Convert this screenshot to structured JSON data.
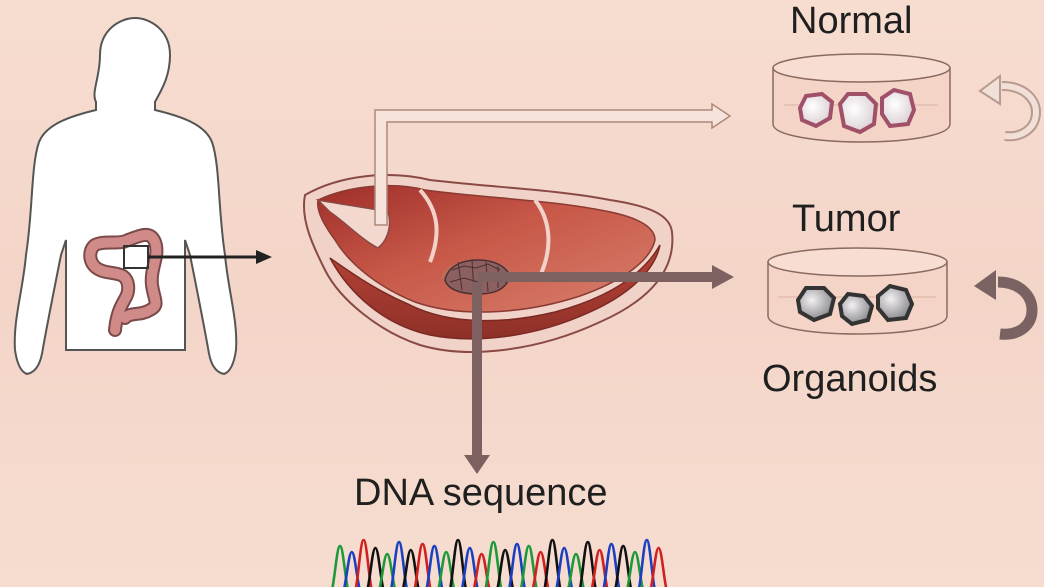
{
  "labels": {
    "normal": "Normal",
    "tumor": "Tumor",
    "organoids": "Organoids",
    "dna_sequence": "DNA sequence"
  },
  "colors": {
    "background": "#f4d8cb",
    "body_fill": "#ffffff",
    "outline": "#555555",
    "colon": "#c9787a",
    "tissue": "#b8403a",
    "tissue_edge": "#f0d2c8",
    "arrow_dark": "#7d6161",
    "arrow_light": "#f6e3dc",
    "dish": "#f4d4c6",
    "normal_organoid_ring": "#a05068",
    "tumor_organoid_ring": "#333333",
    "recycle_light": "#e0cdc4",
    "recycle_dark": "#7b6262",
    "trace_green": "#1c9a3a",
    "trace_blue": "#1a3fc0",
    "trace_black": "#111111",
    "trace_red": "#d02020"
  },
  "icons": {
    "normal_cycle": "cycle-arrow-icon",
    "tumor_cycle": "cycle-arrow-icon"
  }
}
